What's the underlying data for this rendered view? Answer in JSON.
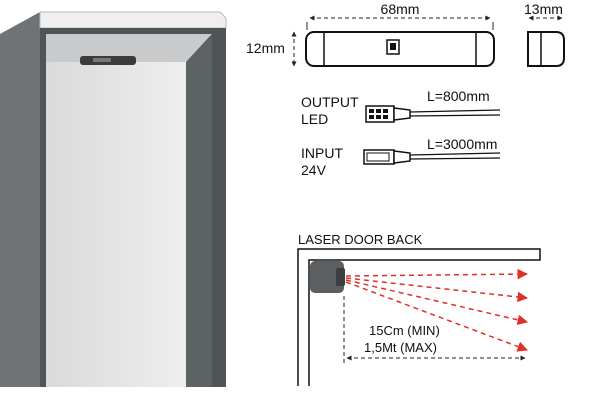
{
  "dimensions": {
    "width": "68mm",
    "height": "12mm",
    "depth": "13mm"
  },
  "output": {
    "label_line1": "OUTPUT",
    "label_line2": "LED",
    "cable_length": "L=800mm"
  },
  "input": {
    "label_line1": "INPUT",
    "label_line2": "24V",
    "cable_length": "L=3000mm"
  },
  "laser": {
    "title": "LASER DOOR BACK",
    "range_min": "15Cm (MIN)",
    "range_max": "1,5Mt (MAX)",
    "beam_color": "#e0302a"
  }
}
